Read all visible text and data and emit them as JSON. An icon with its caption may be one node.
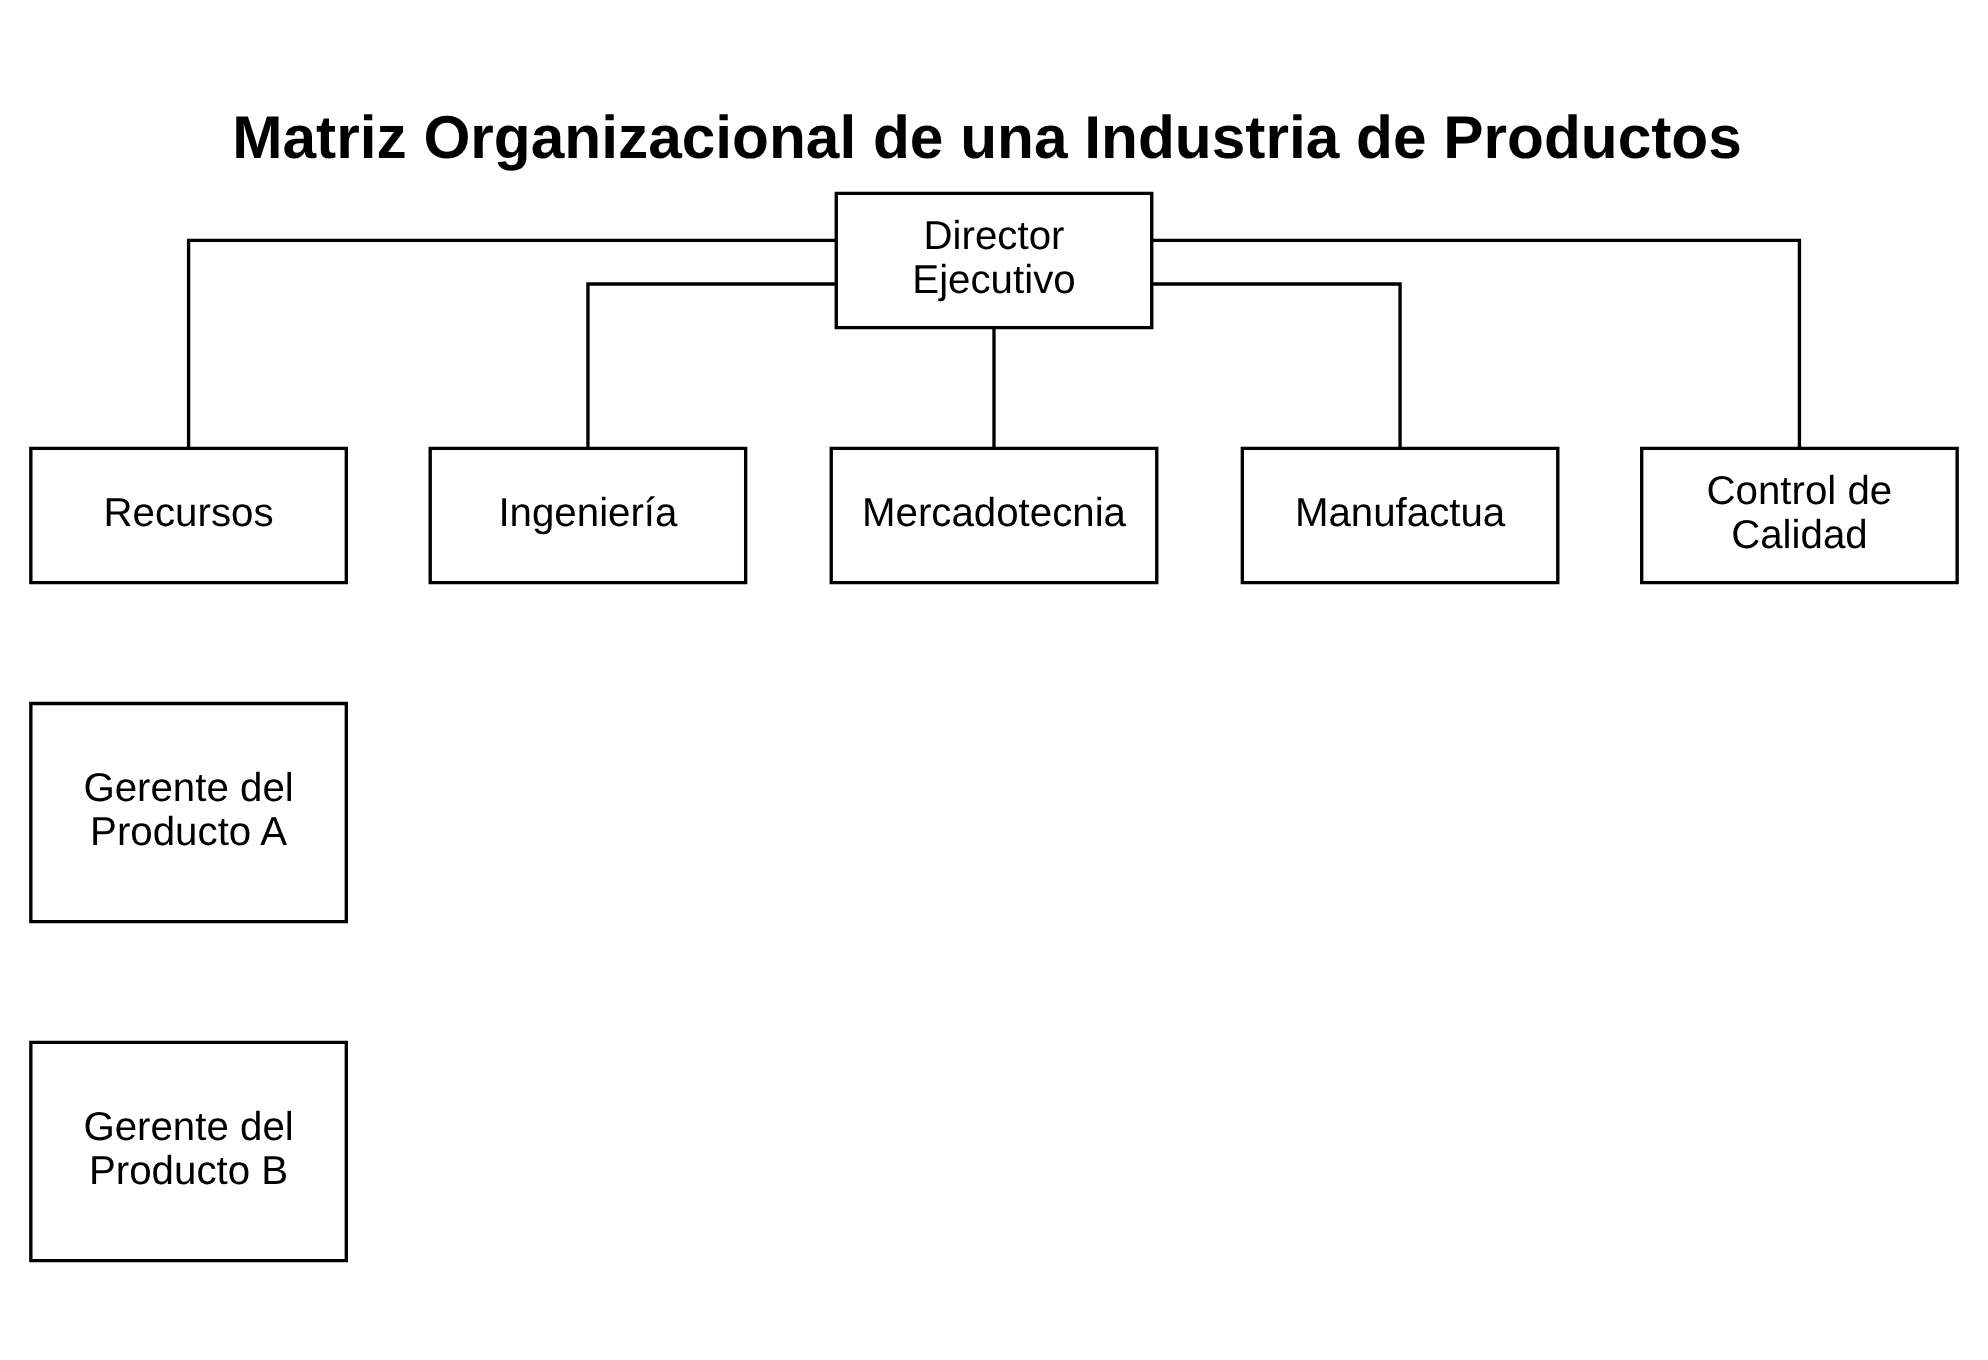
{
  "diagram": {
    "title": "Matriz Organizacional de una Industria de Productos",
    "nodes": [
      {
        "text": [
          "Director Ejecutivo"
        ]
      },
      {
        "text": [
          "Recursos"
        ]
      },
      {
        "text": [
          "Ingeniería"
        ]
      },
      {
        "text": [
          "Mercadotecnia"
        ]
      },
      {
        "text": [
          "Manufactua"
        ]
      },
      {
        "text": [
          "Control de Calidad"
        ]
      },
      {
        "text": [
          "Gerente del Producto A"
        ]
      },
      {
        "text": [
          "Gerente del Producto B"
        ]
      }
    ],
    "edges": [
      {
        "from": 0,
        "to": 1,
        "arrow": "none"
      },
      {
        "from": 0,
        "to": 2,
        "arrow": "none"
      },
      {
        "from": 0,
        "to": 3,
        "arrow": "none"
      },
      {
        "from": 0,
        "to": 4,
        "arrow": "none"
      },
      {
        "from": 0,
        "to": 5,
        "arrow": "none"
      }
    ]
  }
}
